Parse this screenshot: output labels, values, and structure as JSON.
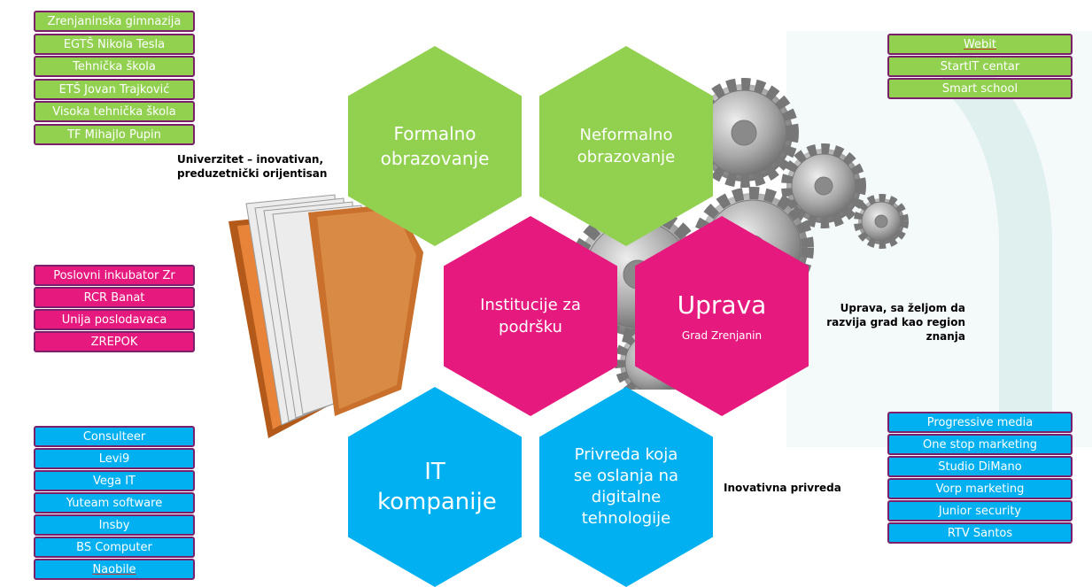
{
  "formal_list": [
    "Zrenjaninska gimnazija",
    "EGTŠ Nikola Tesla",
    "Tehnička škola",
    "ETŠ Jovan Trajković",
    "Visoka tehnička škola",
    "TF Mihajlo Pupin"
  ],
  "nonformal_list": [
    "Webit",
    "StartIT centar",
    "Smart school"
  ],
  "support_list": [
    "Poslovni inkubator Zr",
    "RCR Banat",
    "Unija poslodavaca",
    "ZREPOK"
  ],
  "it_list": [
    "Consulteer",
    "Levi9",
    "Vega IT",
    "Yuteam software",
    "Insby",
    "BS Computer",
    "Naobile"
  ],
  "economy_list": [
    "Progressive media",
    "One stop marketing",
    "Studio DiMano",
    "Vorp marketing",
    "Junior security",
    "RTV Santos"
  ],
  "hexes": {
    "formal": "Formalno obrazovanje",
    "nonformal": "Neformalno obrazovanje",
    "support": "Institucije za podršku",
    "uprava_title": "Uprava",
    "uprava_sub": "Grad Zrenjanin",
    "it": "IT kompanije",
    "economy": "Privreda koja se oslanja na digitalne tehnologije"
  },
  "notes": {
    "university": "Univerzitet – inovativan, preduzetnički orijentisan",
    "uprava": "Uprava, sa željom da razvija grad kao region znanja",
    "economy": "Inovativna privreda"
  },
  "colors": {
    "green": "#92d050",
    "pink": "#e6197f",
    "blue": "#00b0f0",
    "border": "#7a1f6a"
  }
}
